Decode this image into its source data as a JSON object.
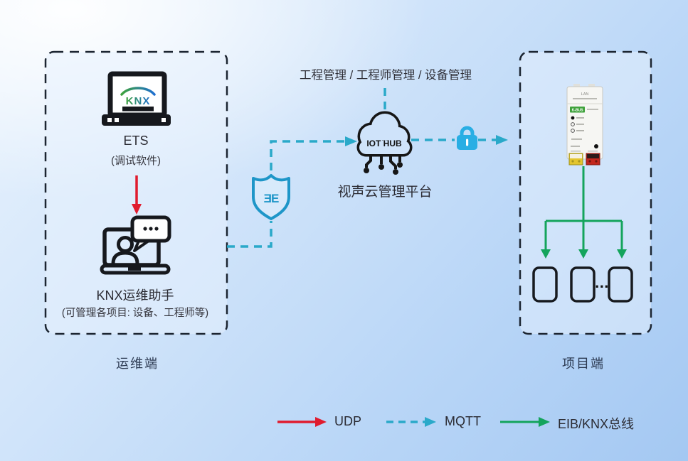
{
  "colors": {
    "box_border": "#1c2531",
    "text_primary": "#2b2b33",
    "caption_text": "#2c3a52",
    "dashed_connector_teal": "#2aa9c9",
    "udp_red": "#e01b2e",
    "bus_green": "#14a45c",
    "shield_teal": "#1e96c8",
    "lock_blue": "#29aee4",
    "icon_black": "#16181d",
    "knx_logo_green": "#3fa23c",
    "knx_logo_blue": "#1f6fd0",
    "device_label_green": "#3fa23c",
    "terminal_yellow": "#e3c52e",
    "terminal_red": "#c3271d"
  },
  "ops_section": {
    "computer_logo": "KNX",
    "ets_label": "ETS",
    "ets_sublabel": "(调试软件)",
    "assistant_label": "KNX运维助手",
    "assistant_sublabel": "(可管理各项目: 设备、工程师等)",
    "caption": "运维端"
  },
  "cloud_section": {
    "management_title": "工程管理 / 工程师管理 / 设备管理",
    "hub_label": "IOT HUB",
    "platform_label": "视声云管理平台",
    "shield_glyph": "ƎE"
  },
  "project_section": {
    "device_port_label": "LAN",
    "device_brand": "K-BUS",
    "ellipsis": "...",
    "caption": "项目端"
  },
  "legend": {
    "udp_label": "UDP",
    "mqtt_label": "MQTT",
    "eib_label": "EIB/KNX总线"
  },
  "icons": {
    "ets-computer-icon": "desktop-monitor-with-knx-logo",
    "assistant-laptop-icon": "laptop-with-person",
    "chat-bubble-icon": "speech-bubble-ellipsis",
    "iot-cloud-icon": "cloud-with-circuit-legs",
    "shield-icon": "security-shield-with-link-glyph",
    "lock-icon": "padlock-filled",
    "knx-ip-device": "din-rail-knx-ip-gateway",
    "phone-icon": "tablet-outline",
    "udp-arrow": "solid-red-arrow",
    "mqtt-arrow": "dashed-teal-arrow",
    "eib-arrow": "solid-green-arrow"
  }
}
